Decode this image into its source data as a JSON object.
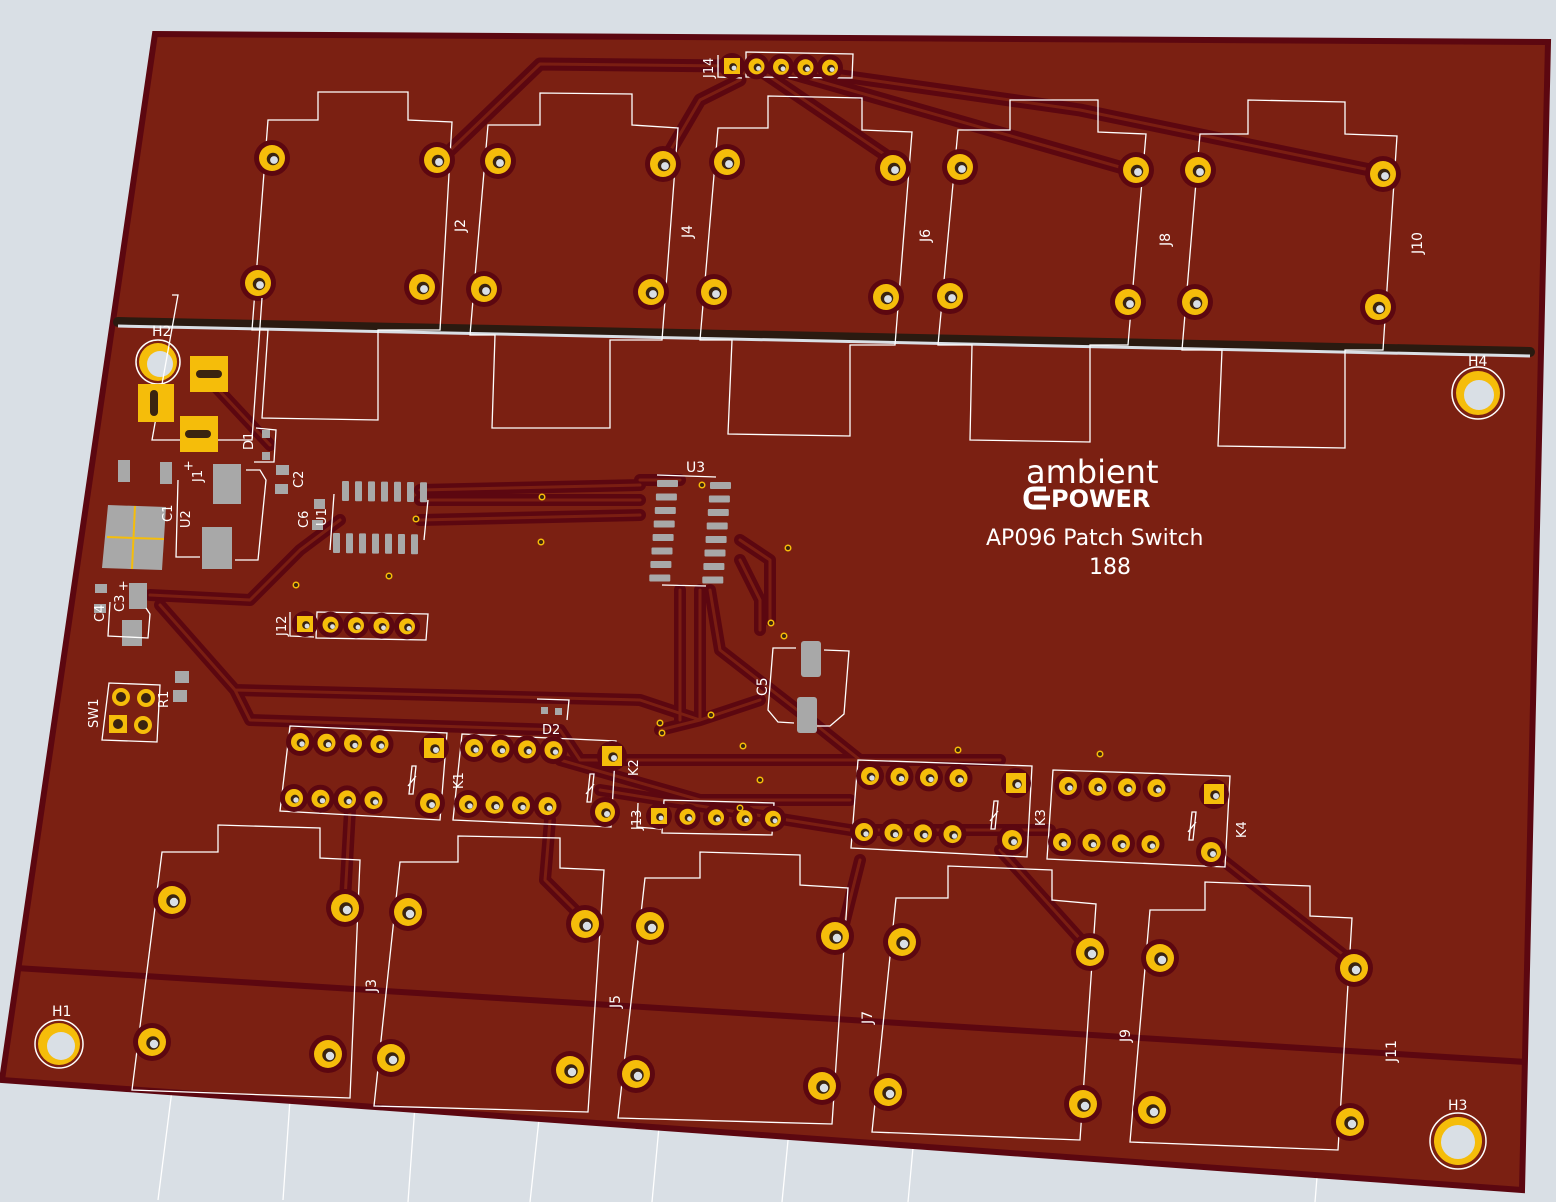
{
  "viewer": {
    "background_color": "#d9dfe5",
    "board_color": "#7b2012",
    "board_edge_color": "#5c0710",
    "pad_color": "#f5bd0a",
    "smd_pad_color": "#a8a8a8",
    "silkscreen_color": "#ffffff"
  },
  "branding": {
    "logo_top": "ambient",
    "logo_bottom": "POWER",
    "product_title": "AP096 Patch Switch",
    "product_number": "188"
  },
  "mounting_holes": [
    {
      "ref": "H1"
    },
    {
      "ref": "H2"
    },
    {
      "ref": "H3"
    },
    {
      "ref": "H4"
    }
  ],
  "jacks_top": [
    {
      "ref": "J2"
    },
    {
      "ref": "J4"
    },
    {
      "ref": "J6"
    },
    {
      "ref": "J8"
    },
    {
      "ref": "J10"
    }
  ],
  "jacks_bottom": [
    {
      "ref": "J3"
    },
    {
      "ref": "J5"
    },
    {
      "ref": "J7"
    },
    {
      "ref": "J9"
    },
    {
      "ref": "J11"
    }
  ],
  "headers": [
    {
      "ref": "J14",
      "pins": 5
    },
    {
      "ref": "J12",
      "pins": 5
    },
    {
      "ref": "J13",
      "pins": 5
    }
  ],
  "relays": [
    {
      "ref": "K1"
    },
    {
      "ref": "K2"
    },
    {
      "ref": "K3"
    },
    {
      "ref": "K4"
    }
  ],
  "components": {
    "power_jack": "J1",
    "power_jack_plus": "+",
    "diode_1": "D1",
    "diode_2": "D2",
    "cap_1": "C1",
    "cap_2": "C2",
    "cap_3": "C3",
    "cap_3_plus": "+",
    "cap_4": "C4",
    "cap_5": "C5",
    "cap_6": "C6",
    "regulator": "U2",
    "ic_u1": "U1",
    "ic_u3": "U3",
    "resistor_1": "R1",
    "switch_1": "SW1"
  }
}
